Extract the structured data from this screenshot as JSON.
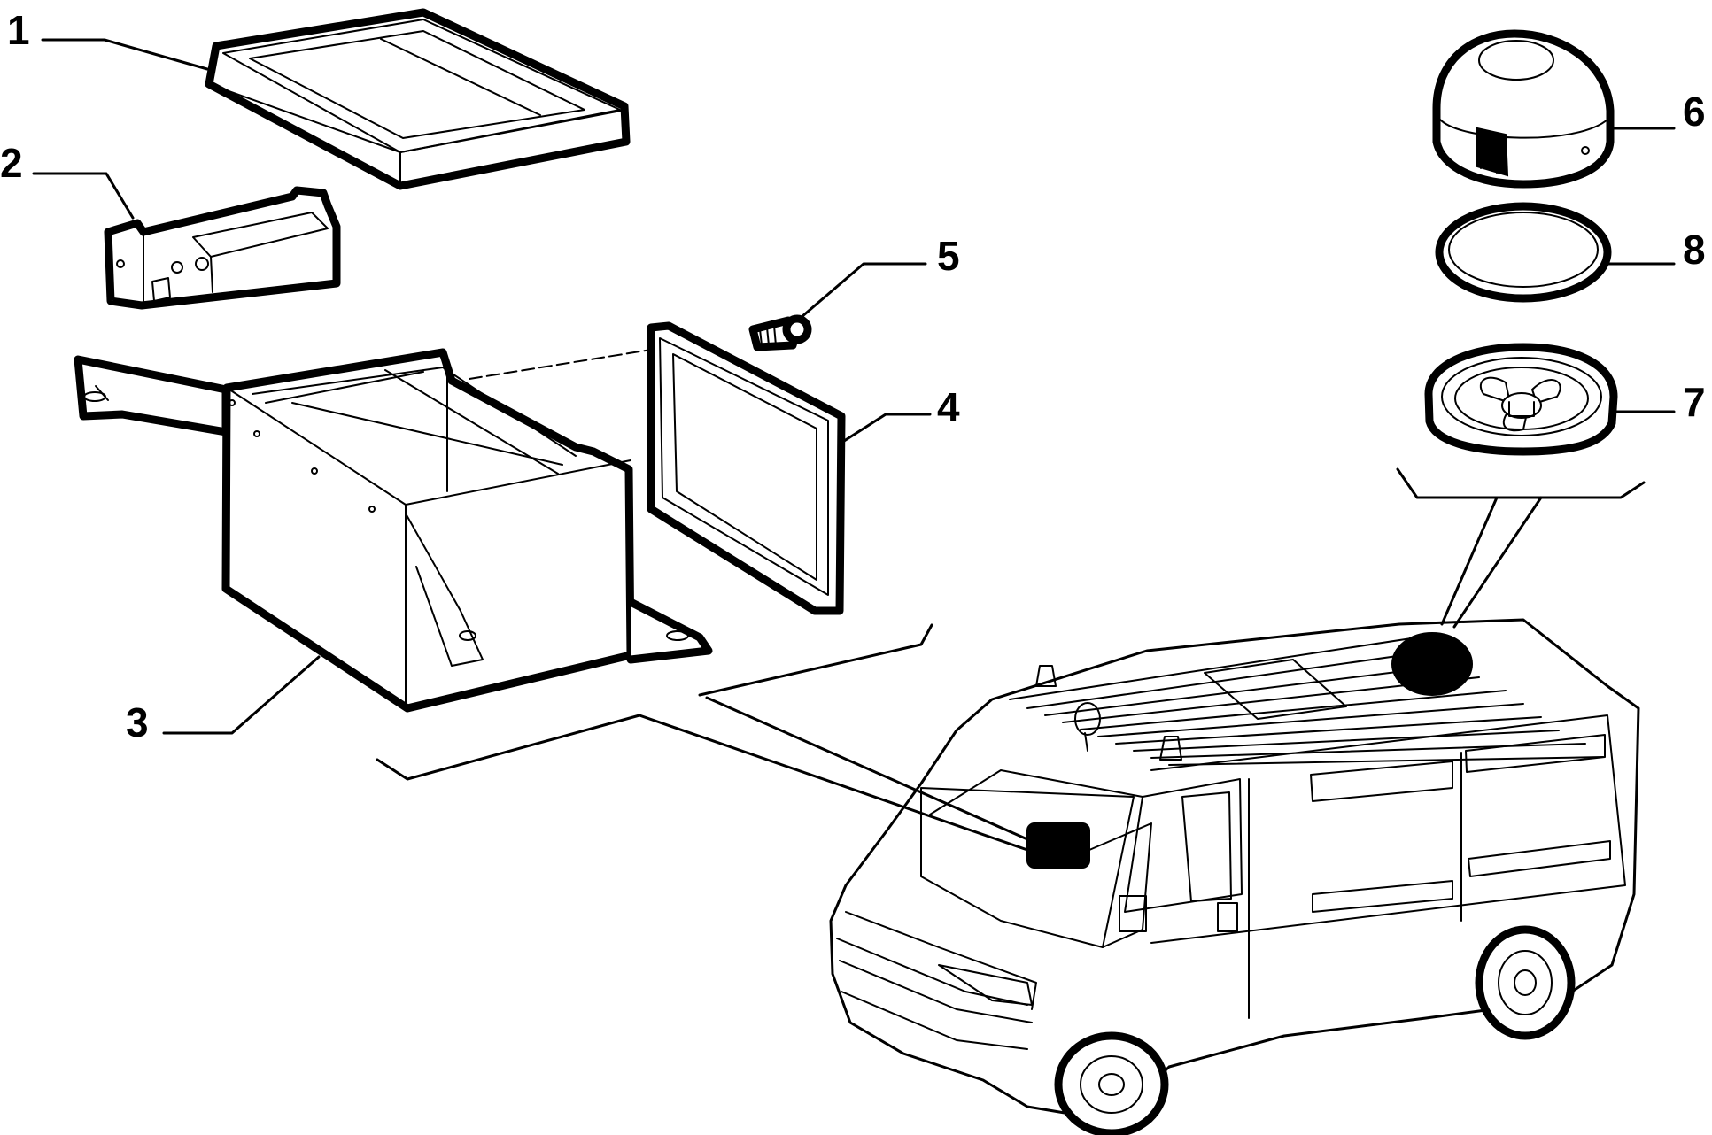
{
  "callouts": [
    {
      "num": "1",
      "part": "tray-cover"
    },
    {
      "num": "2",
      "part": "bracket"
    },
    {
      "num": "3",
      "part": "battery-box"
    },
    {
      "num": "4",
      "part": "gasket-frame"
    },
    {
      "num": "5",
      "part": "screw"
    },
    {
      "num": "6",
      "part": "roof-vent-cap"
    },
    {
      "num": "7",
      "part": "roof-vent-fan"
    },
    {
      "num": "8",
      "part": "roof-vent-seal"
    }
  ],
  "colors": {
    "line": "#000000",
    "background": "#ffffff"
  }
}
